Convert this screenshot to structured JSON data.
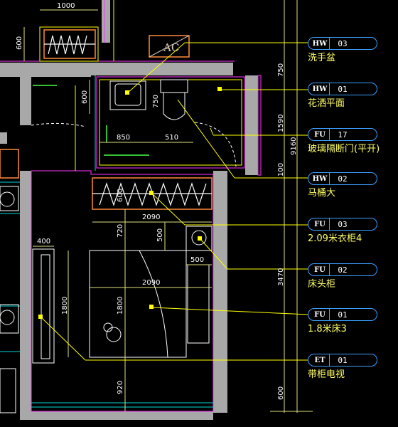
{
  "dimensions": {
    "top_width": "1000",
    "left_600": "600",
    "d750_top": "750",
    "d600_bath": "600",
    "d750_bath": "750",
    "d850": "850",
    "d510": "510",
    "d1590": "1590",
    "d9160": "9160",
    "d100": "100",
    "d600_wardrobe": "600",
    "d2090_top": "2090",
    "d720": "720",
    "d500_v": "500",
    "d500_h": "500",
    "d400": "400",
    "d2090_bed": "2090",
    "d1800_left": "1800",
    "d1800_bed": "1800",
    "d3470": "3470",
    "d920": "920",
    "d600_bottom": "600"
  },
  "ac_label": "AC",
  "tags": [
    {
      "code": "HW",
      "num": "03",
      "label": "洗手盆"
    },
    {
      "code": "HW",
      "num": "01",
      "label": "花洒平面"
    },
    {
      "code": "FU",
      "num": "17",
      "label": "玻璃隔断门(平开)"
    },
    {
      "code": "HW",
      "num": "02",
      "label": "马桶大"
    },
    {
      "code": "FU",
      "num": "03",
      "label": "2.09米衣柜4"
    },
    {
      "code": "FU",
      "num": "02",
      "label": "床头柜"
    },
    {
      "code": "FU",
      "num": "01",
      "label": "1.8米床3"
    },
    {
      "code": "ET",
      "num": "01",
      "label": "带柜电视"
    }
  ],
  "colors": {
    "wall": "#a8a8a8",
    "magenta": "#ff33ff",
    "yellow": "#ffff00",
    "cyan_line": "#00d8d8",
    "dim_line": "#e0e080",
    "leader": "#ffff00",
    "furniture": "#ffffff",
    "wardrobe": "#ff8a3a",
    "tag_border": "#3aa0ff"
  }
}
